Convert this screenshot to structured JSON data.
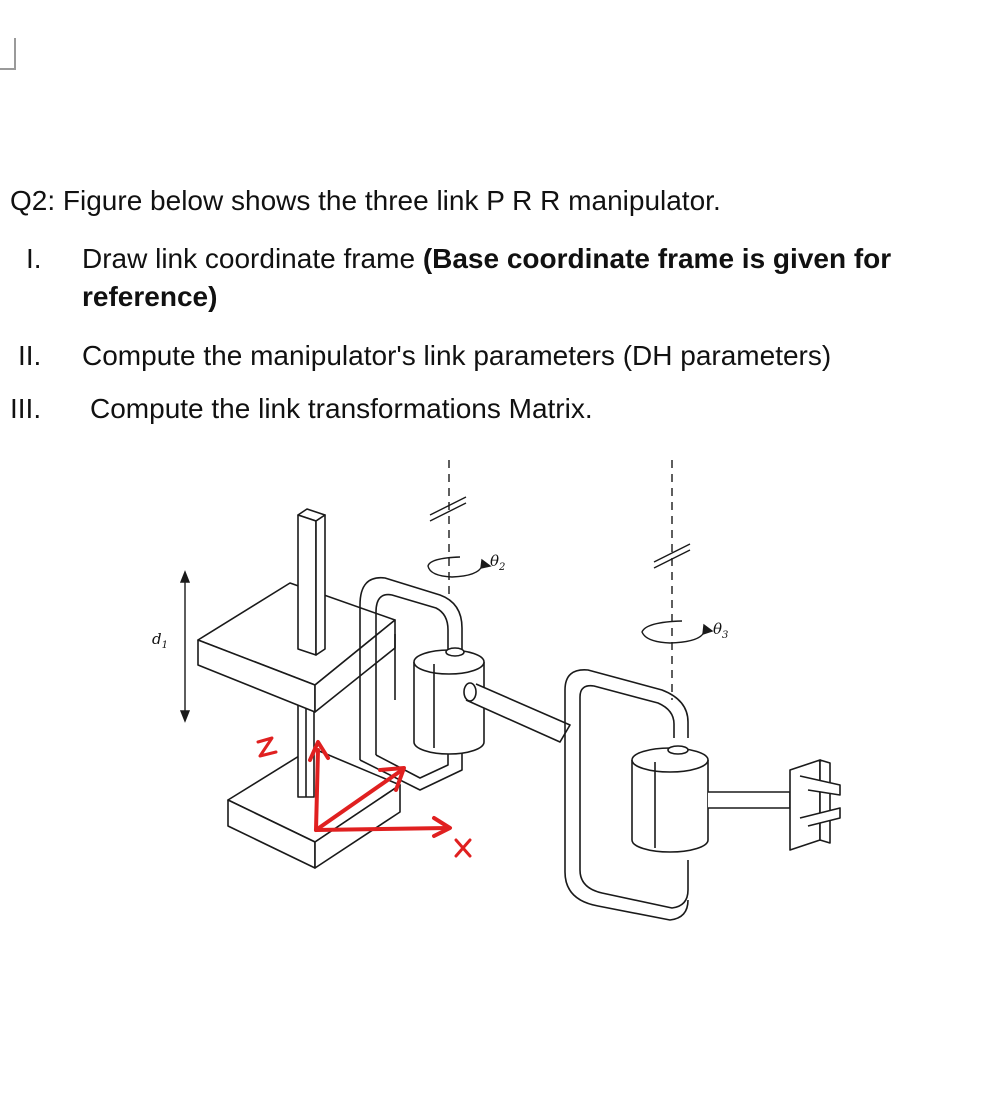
{
  "question": {
    "text": "Q2:  Figure below shows the three link P R R manipulator."
  },
  "items": [
    {
      "number": "I.",
      "text": "Draw link coordinate frame ",
      "bold_text": "(Base coordinate frame is given for reference)"
    },
    {
      "number": "II.",
      "text": "Compute the manipulator's link parameters (DH parameters)"
    },
    {
      "number": "III.",
      "text": "Compute the link transformations Matrix."
    }
  ],
  "figure": {
    "joint_labels": {
      "d1": "d",
      "d1_sub": "1",
      "theta2": "θ",
      "theta2_sub": "2",
      "theta3": "θ",
      "theta3_sub": "3"
    },
    "annotations": {
      "z_axis": "z",
      "x_axis": "x",
      "color": "#e02020"
    }
  }
}
